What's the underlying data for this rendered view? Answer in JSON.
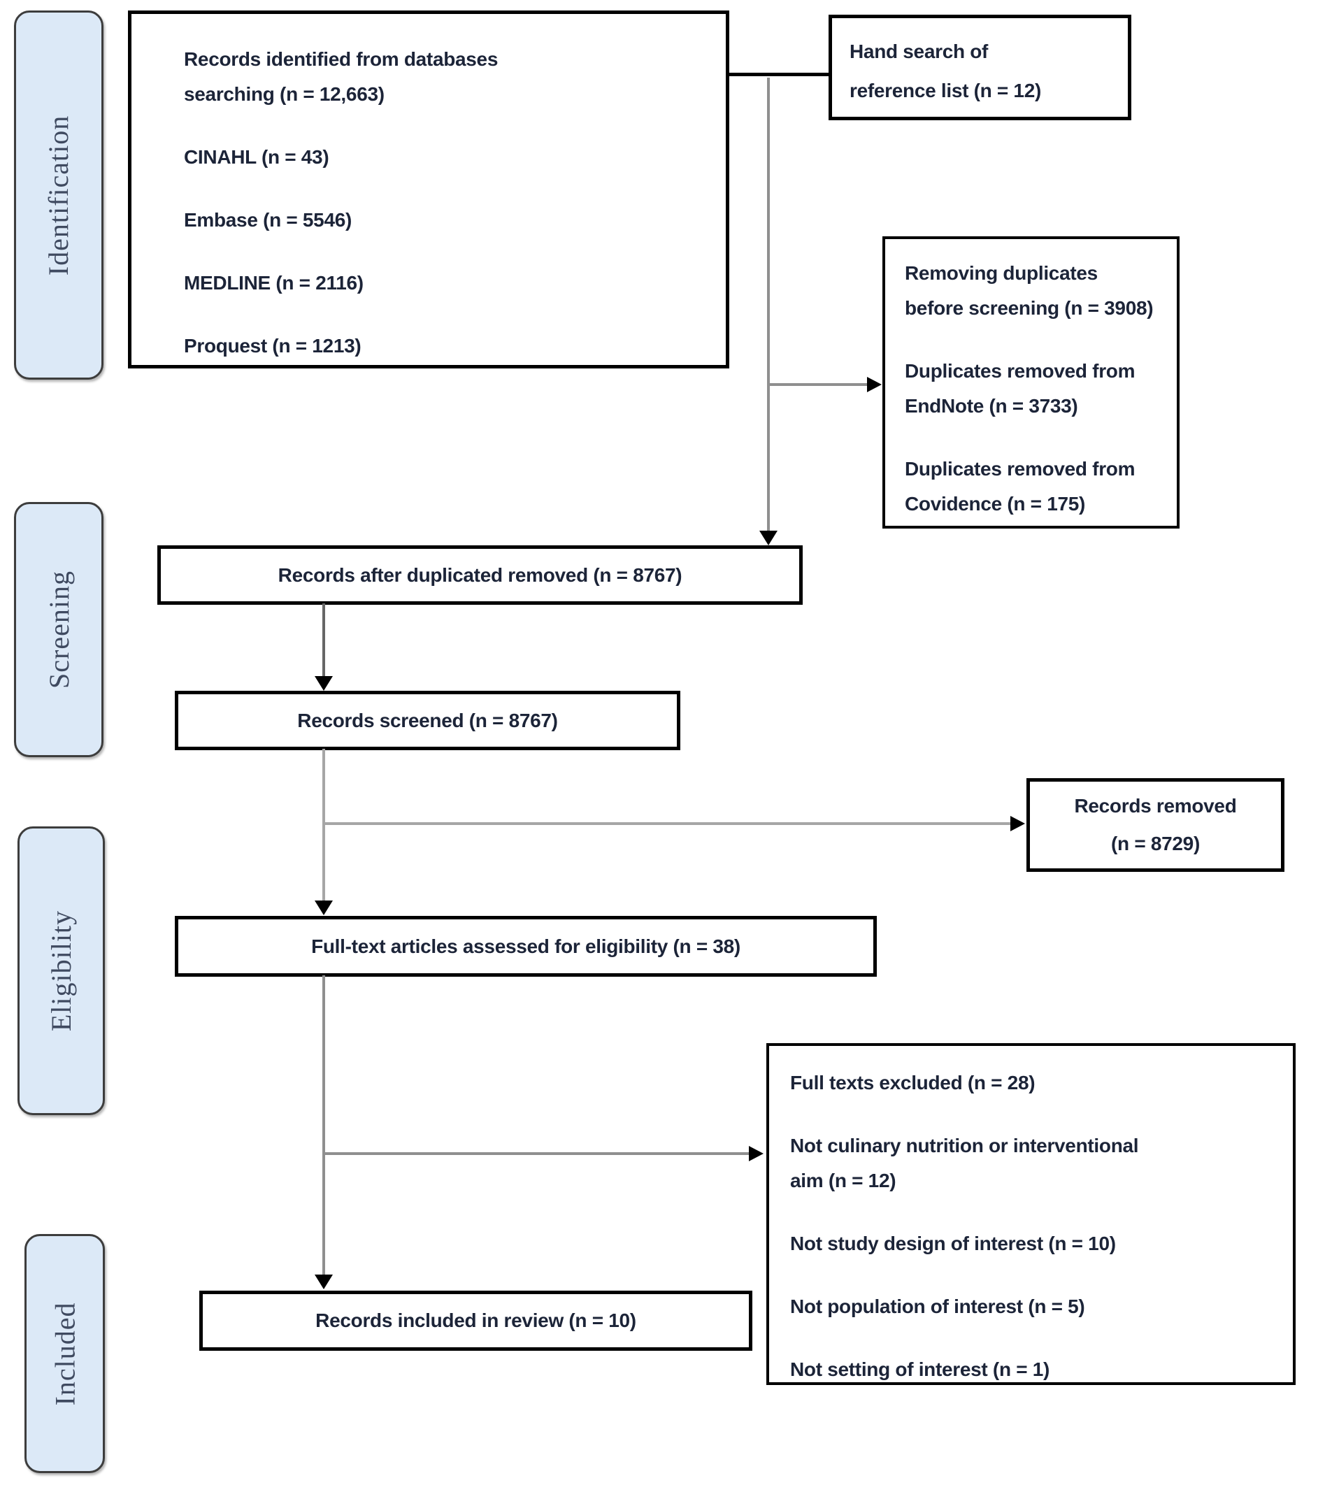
{
  "palette": {
    "label_fill": "#dce9f7",
    "label_border": "#3d3d3d",
    "box_border": "#000000",
    "box_text": "#1c2438",
    "label_text": "#3f4a60",
    "connector_gray": "#8f8f8f",
    "connector_dark": "#666666",
    "connector_light": "#a6a6a6"
  },
  "stages": {
    "identification": "Identification",
    "screening": "Screening",
    "eligibility": "Eligibility",
    "included": "Included"
  },
  "boxes": {
    "records_identified": {
      "paragraphs": [
        [
          "Records identified from databases",
          "searching (n = 12,663)"
        ],
        [
          "CINAHL (n = 43)"
        ],
        [
          "Embase (n = 5546)"
        ],
        [
          "MEDLINE (n = 2116)"
        ],
        [
          "Proquest (n = 1213)"
        ]
      ]
    },
    "hand_search": {
      "paragraphs": [
        [
          "Hand search of",
          "reference list (n = 12)"
        ]
      ]
    },
    "removing_duplicates": {
      "paragraphs": [
        [
          "Removing duplicates",
          "before screening (n = 3908)"
        ],
        [
          "Duplicates removed from",
          "EndNote (n = 3733)"
        ],
        [
          "Duplicates removed from",
          "Covidence (n = 175)"
        ]
      ]
    },
    "records_after_duplicates": {
      "label": "Records after duplicated removed (n = 8767)"
    },
    "records_screened": {
      "label": "Records screened (n = 8767)"
    },
    "records_removed": {
      "paragraphs": [
        [
          "Records removed",
          "(n = 8729)"
        ]
      ]
    },
    "full_text_assessed": {
      "label": "Full-text articles assessed for eligibility (n = 38)"
    },
    "full_texts_excluded": {
      "paragraphs": [
        [
          "Full texts excluded (n = 28)"
        ],
        [
          "Not culinary nutrition or interventional",
          "aim (n = 12)"
        ],
        [
          "Not study design of interest (n = 10)"
        ],
        [
          "Not population of interest (n = 5)"
        ],
        [
          "Not setting of interest (n = 1)"
        ]
      ]
    },
    "records_included": {
      "label": "Records included in review (n = 10)"
    }
  }
}
